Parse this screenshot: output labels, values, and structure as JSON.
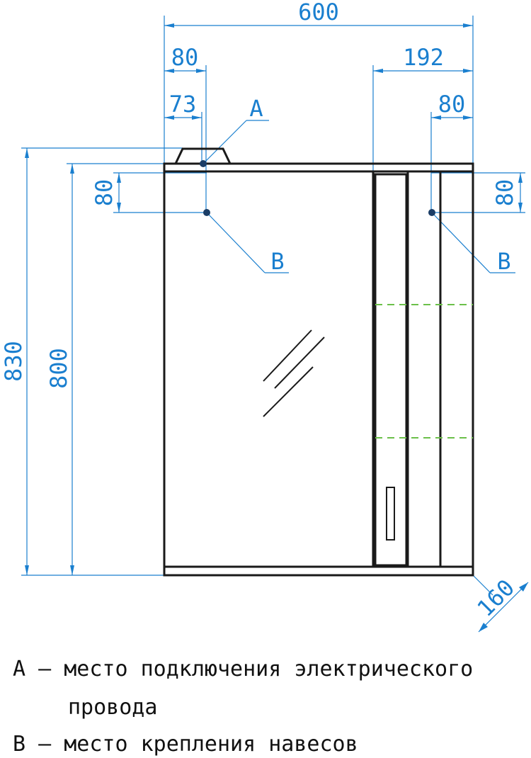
{
  "dimensions": {
    "total_width": "600",
    "left_offset_80": "80",
    "left_offset_73": "73",
    "right_section_width": "192",
    "right_offset_80": "80",
    "left_top_80": "80",
    "right_top_80": "80",
    "total_height": "830",
    "body_height": "800",
    "depth": "160"
  },
  "markers": {
    "a": "A",
    "b_left": "B",
    "b_right": "B"
  },
  "legend": {
    "line_a_1": "A – место подключения электрического",
    "line_a_2": "провода",
    "line_b": "B – место крепления навесов"
  },
  "colors": {
    "dimension": "#1a7fcf",
    "outline": "#1a1a1a",
    "shelf": "#6cc04a"
  }
}
